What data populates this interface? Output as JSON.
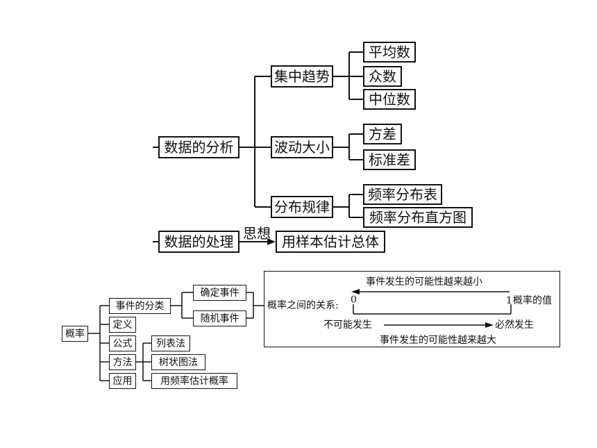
{
  "analysis": {
    "root": "数据的分析",
    "central": "集中趋势",
    "central_items": [
      "平均数",
      "众数",
      "中位数"
    ],
    "spread": "波动大小",
    "spread_items": [
      "方差",
      "标准差"
    ],
    "distribution": "分布规律",
    "distribution_items": [
      "频率分布表",
      "频率分布直方图"
    ]
  },
  "processing": {
    "root": "数据的处理",
    "arrow_label": "思想",
    "target": "用样本估计总体"
  },
  "probability": {
    "root": "概率",
    "branches": [
      "事件的分类",
      "定义",
      "公式",
      "方法",
      "应用"
    ],
    "event_types": [
      "确定事件",
      "随机事件"
    ],
    "methods": [
      "列表法",
      "树状图法",
      "用频率估计概率"
    ],
    "relation": {
      "label": "概率之间的关系:",
      "top_text": "事件发生的可能性越来越小",
      "start": "0",
      "end": "1",
      "end_label": "概率的值",
      "impossible": "不可能发生",
      "certain": "必然发生",
      "bottom_text": "事件发生的可能性越来越大"
    }
  }
}
